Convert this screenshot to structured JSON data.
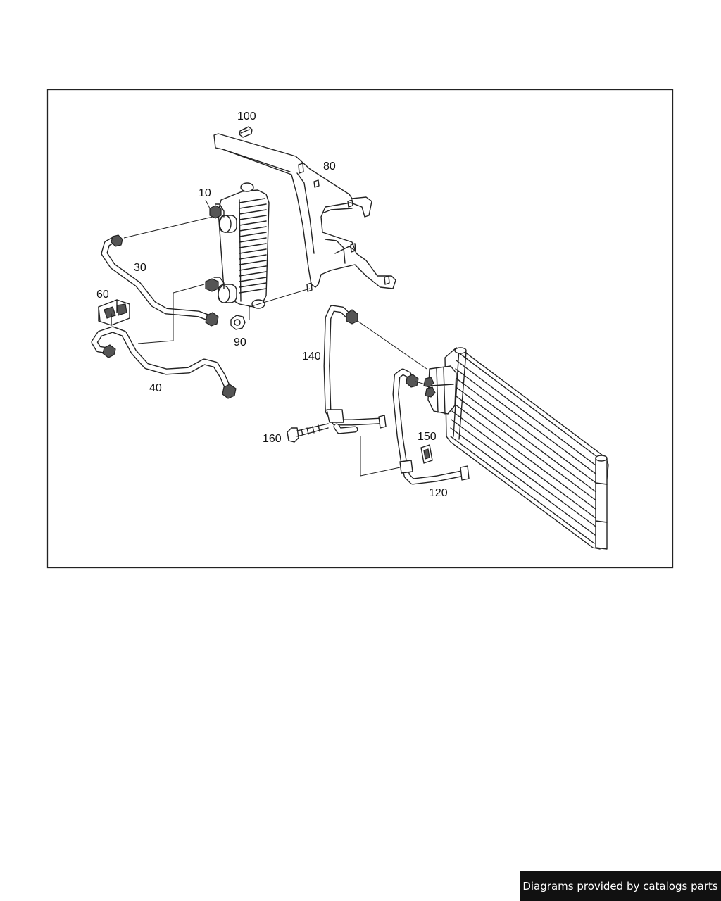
{
  "callouts": {
    "c10": "10",
    "c30": "30",
    "c40": "40",
    "c60": "60",
    "c80": "80",
    "c90": "90",
    "c100": "100",
    "c120": "120",
    "c140": "140",
    "c150": "150",
    "c160": "160"
  },
  "footer": {
    "credit": "Diagrams provided by catalogs parts"
  },
  "colors": {
    "line": "#222222",
    "badge_background": "#111111",
    "badge_text": "#ffffff",
    "page_background": "#ffffff"
  }
}
